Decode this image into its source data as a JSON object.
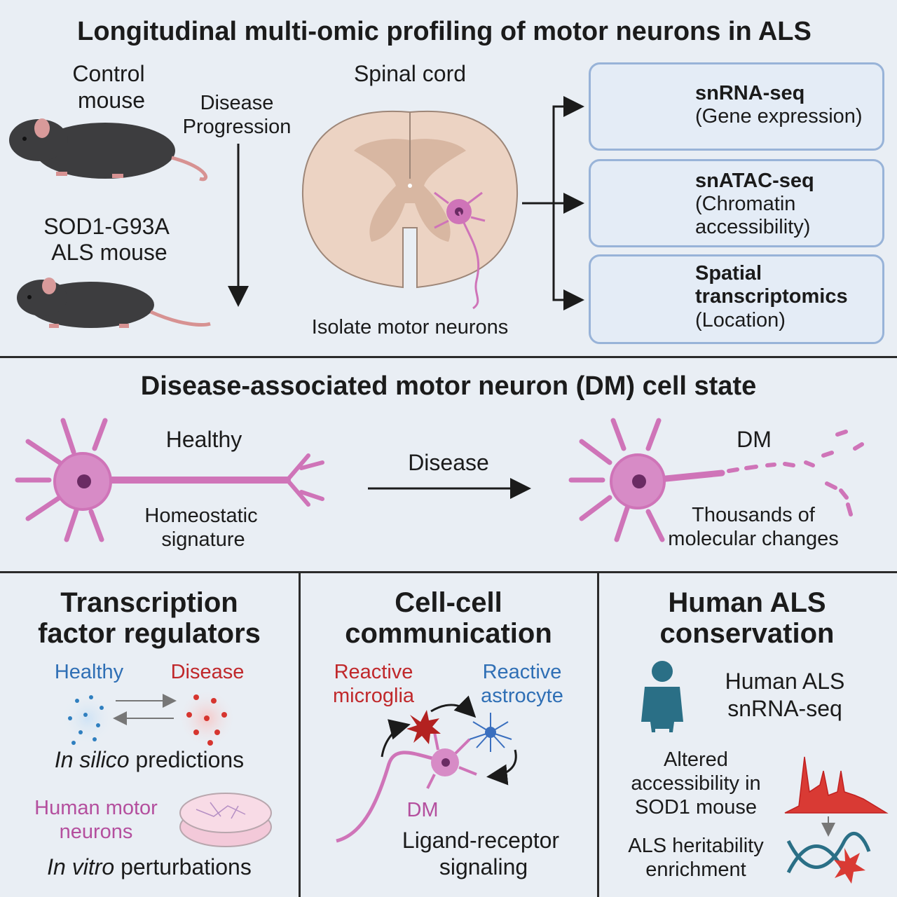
{
  "top": {
    "title": "Longitudinal multi-omic profiling of motor neurons in ALS",
    "control_mouse": [
      "Control",
      "mouse"
    ],
    "disease_progression": [
      "Disease",
      "Progression"
    ],
    "als_mouse": [
      "SOD1-G93A",
      "ALS mouse"
    ],
    "spinal_cord": "Spinal cord",
    "isolate": "Isolate motor neurons",
    "assays": [
      {
        "name": "snRNA-seq",
        "desc": [
          "(Gene expression)"
        ]
      },
      {
        "name": "snATAC-seq",
        "desc": [
          "(Chromatin",
          "accessibility)"
        ]
      },
      {
        "name": "Spatial",
        "name2": "transcriptomics",
        "desc": [
          "(Location)"
        ]
      }
    ]
  },
  "middle": {
    "title": "Disease-associated motor neuron (DM) cell state",
    "healthy": "Healthy",
    "homeostatic": [
      "Homeostatic",
      "signature"
    ],
    "disease_arrow": "Disease",
    "dm": "DM",
    "changes": [
      "Thousands of",
      "molecular changes"
    ]
  },
  "bottom_left": {
    "title": [
      "Transcription",
      "factor regulators"
    ],
    "healthy": "Healthy",
    "disease": "Disease",
    "in_silico_italic": "In silico",
    "in_silico_rest": " predictions",
    "human_mn": [
      "Human motor",
      "neurons"
    ],
    "in_vitro_italic": "In vitro",
    "in_vitro_rest": " perturbations"
  },
  "bottom_mid": {
    "title": [
      "Cell-cell",
      "communication"
    ],
    "microglia": [
      "Reactive",
      "microglia"
    ],
    "astrocyte": [
      "Reactive",
      "astrocyte"
    ],
    "dm": "DM",
    "signaling": [
      "Ligand-receptor",
      "signaling"
    ]
  },
  "bottom_right": {
    "title": [
      "Human ALS",
      "conservation"
    ],
    "human_snrna": [
      "Human ALS",
      "snRNA-seq"
    ],
    "altered": [
      "Altered",
      "accessibility in",
      "SOD1 mouse"
    ],
    "heritability": [
      "ALS heritability",
      "enrichment"
    ]
  },
  "colors": {
    "background": "#e9eef4",
    "neuron_pink": "#cf74b8",
    "healthy_blue": "#2f6fb5",
    "disease_red": "#c0282b",
    "box_border": "#98b3d8"
  }
}
